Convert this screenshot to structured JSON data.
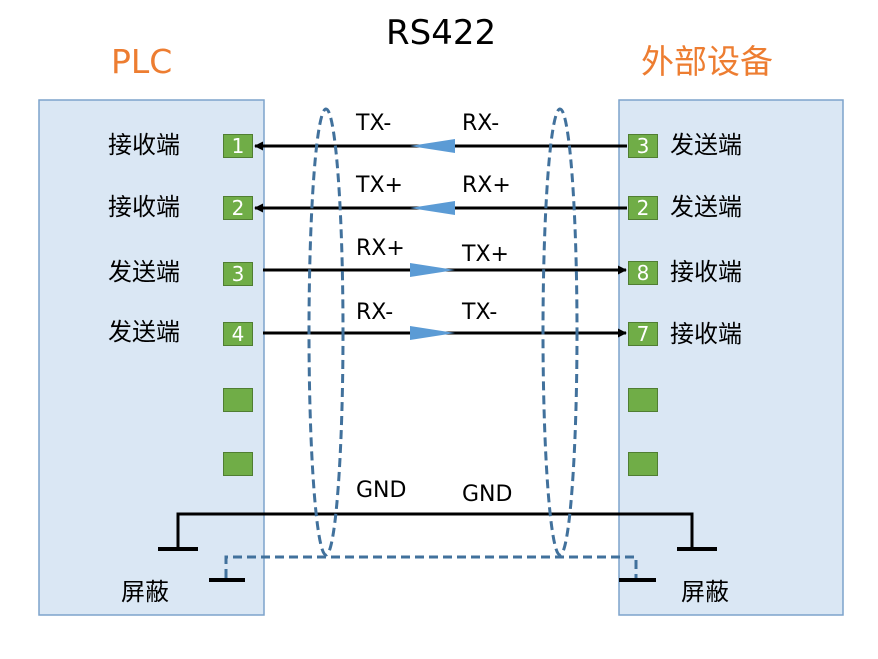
{
  "title": "RS422",
  "left_device": {
    "name": "PLC",
    "ports": [
      {
        "pin": "1",
        "label": "接收端"
      },
      {
        "pin": "2",
        "label": "接收端"
      },
      {
        "pin": "3",
        "label": "发送端"
      },
      {
        "pin": "4",
        "label": "发送端"
      },
      {
        "pin": "",
        "label": ""
      },
      {
        "pin": "",
        "label": ""
      }
    ],
    "shield_label": "屏蔽"
  },
  "right_device": {
    "name": "外部设备",
    "ports": [
      {
        "pin": "3",
        "label": "发送端"
      },
      {
        "pin": "2",
        "label": "发送端"
      },
      {
        "pin": "8",
        "label": "接收端"
      },
      {
        "pin": "7",
        "label": "接收端"
      },
      {
        "pin": "",
        "label": ""
      },
      {
        "pin": "",
        "label": ""
      }
    ],
    "shield_label": "屏蔽"
  },
  "wires": [
    {
      "left_signal": "TX-",
      "right_signal": "RX-",
      "direction": "to-left"
    },
    {
      "left_signal": "TX+",
      "right_signal": "RX+",
      "direction": "to-left"
    },
    {
      "left_signal": "RX+",
      "right_signal": "TX+",
      "direction": "to-right"
    },
    {
      "left_signal": "RX-",
      "right_signal": "TX-",
      "direction": "to-right"
    }
  ],
  "ground": {
    "left_label": "GND",
    "right_label": "GND"
  },
  "colors": {
    "device_fill": "#DAE7F4",
    "device_border": "#7DA3CC",
    "pin_fill": "#70AD47",
    "arrow_marker": "#5B9BD5",
    "shield_line": "#41719C",
    "title_accent": "#ED7D31"
  }
}
